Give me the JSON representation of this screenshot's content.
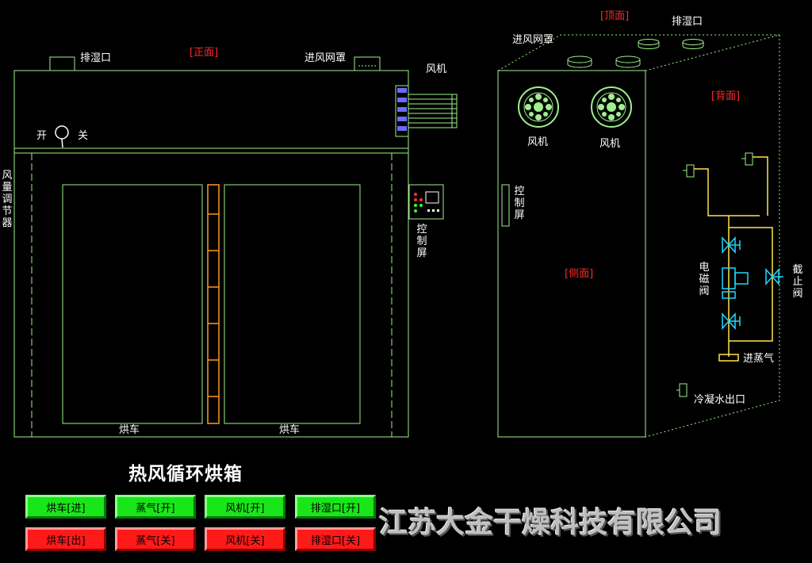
{
  "colors": {
    "line": "#9ef08c",
    "door_handle": "#ff9a1a",
    "pipe": "#ffe44a",
    "valve": "#22d8ff",
    "label_red": "#ff2a2a",
    "btn_green": "#19e619",
    "btn_red": "#ff1a1a"
  },
  "front": {
    "view_label": "[正面]",
    "exhaust": "排湿口",
    "inlet_mesh": "进风网罩",
    "fan": "风机",
    "switch_on": "开",
    "switch_off": "关",
    "damper": "风量调节器",
    "control_panel": "控制屏",
    "cart_left": "烘车",
    "cart_right": "烘车"
  },
  "side": {
    "top_label": "[顶面]",
    "exhaust": "排湿口",
    "inlet_mesh": "进风网罩",
    "fan1": "风机",
    "fan2": "风机",
    "control_panel": "控制屏",
    "side_label": "[侧面]",
    "back_label": "[背面]",
    "solenoid": "电磁阀",
    "stop_valve": "截止阀",
    "steam_in": "进蒸气",
    "condensate": "冷凝水出口"
  },
  "title": "热风循环烘箱",
  "company": "江苏大金干燥科技有限公司",
  "buttons_on": [
    "烘车[进]",
    "蒸气[开]",
    "风机[开]",
    "排湿口[开]"
  ],
  "buttons_off": [
    "烘车[出]",
    "蒸气[关]",
    "风机[关]",
    "排湿口[关]"
  ]
}
